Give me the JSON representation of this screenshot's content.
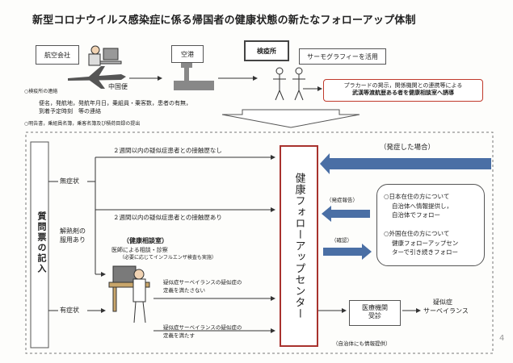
{
  "title": "新型コロナウイルス感染症に係る帰国者の健康状態の新たなフォローアップ体制",
  "top": {
    "airline": "航空会社",
    "china_flight": "中国便",
    "airport": "空港",
    "quarantine": "検疫所",
    "thermo": "サーモグラフィーを活用",
    "placard_line1": "プラカードの掲示，関係機関との連携等による",
    "placard_line2": "武漢等渡航歴ある者を健康相談室へ誘導",
    "note_header": "○検疫所の連絡",
    "note_line1": "便名，発航地，発航年月日，乗組員・乗客数，患者の有無，",
    "note_line2": "到着予定時刻　等の連絡",
    "note_bottom": "○明告書，乗組員名簿，乗客名簿及び積荷目録の提出"
  },
  "main": {
    "questionnaire": "質問票の記入",
    "asymptomatic": "無症状",
    "antipyretic_line1": "解熱剤の",
    "antipyretic_line2": "服用あり",
    "symptomatic": "有症状",
    "no_contact": "２週間以内の疑似症患者との接触歴なし",
    "with_contact": "２週間以内の疑似症患者との接触歴あり",
    "consult_title": "（健康相談室）",
    "consult_line1": "医師による相談・診察",
    "consult_line2": "（必要に応じてインフルエンザ検査も実施）",
    "not_suspected_line1": "疑似症サーベイランスの疑似症の",
    "not_suspected_line2": "定義を満たさない",
    "suspected_line1": "疑似症サーベイランスの疑似症の",
    "suspected_line2": "定義を満たす",
    "center": "健康フォローアップセンター",
    "if_onset": "（発症した場合）",
    "onset_report": "（発症報告）",
    "confirmation": "（確認）",
    "japan_resident_title": "○日本在住の方について",
    "japan_resident_line1": "自治体へ情報提供し，",
    "japan_resident_line2": "自治体でフォロー",
    "foreign_resident_title": "○外国在住の方について",
    "foreign_resident_line1": "健康フォローアップセン",
    "foreign_resident_line2": "ターで引き続きフォロー",
    "medical_line1": "医療機関",
    "medical_line2": "受診",
    "surveillance_line1": "疑似症",
    "surveillance_line2": "サーベイランス",
    "info_to_local": "（自治体にも情報提供）",
    "page_number": "4"
  },
  "colors": {
    "center_border": "#a8322e",
    "blue_arrow": "#4a6fa5",
    "placard_border": "#c0392b"
  }
}
